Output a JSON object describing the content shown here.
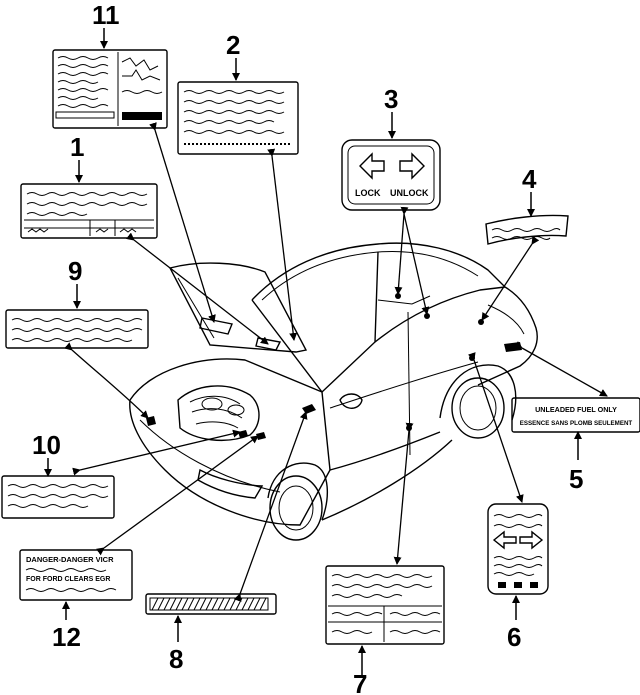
{
  "callouts": {
    "c1": "1",
    "c2": "2",
    "c3": "3",
    "c4": "4",
    "c5": "5",
    "c6": "6",
    "c7": "7",
    "c8": "8",
    "c9": "9",
    "c10": "10",
    "c11": "11",
    "c12": "12"
  },
  "label3": {
    "lock": "LOCK",
    "unlock": "UNLOCK"
  },
  "label5": {
    "line1": "UNLEADED FUEL ONLY",
    "line2": "ESSENCE SANS PLOMB SEULEMENT"
  },
  "label12": {
    "line1": "DANGER-DANGER VICR",
    "line2": "FOR FORD CLEARS EGR"
  }
}
